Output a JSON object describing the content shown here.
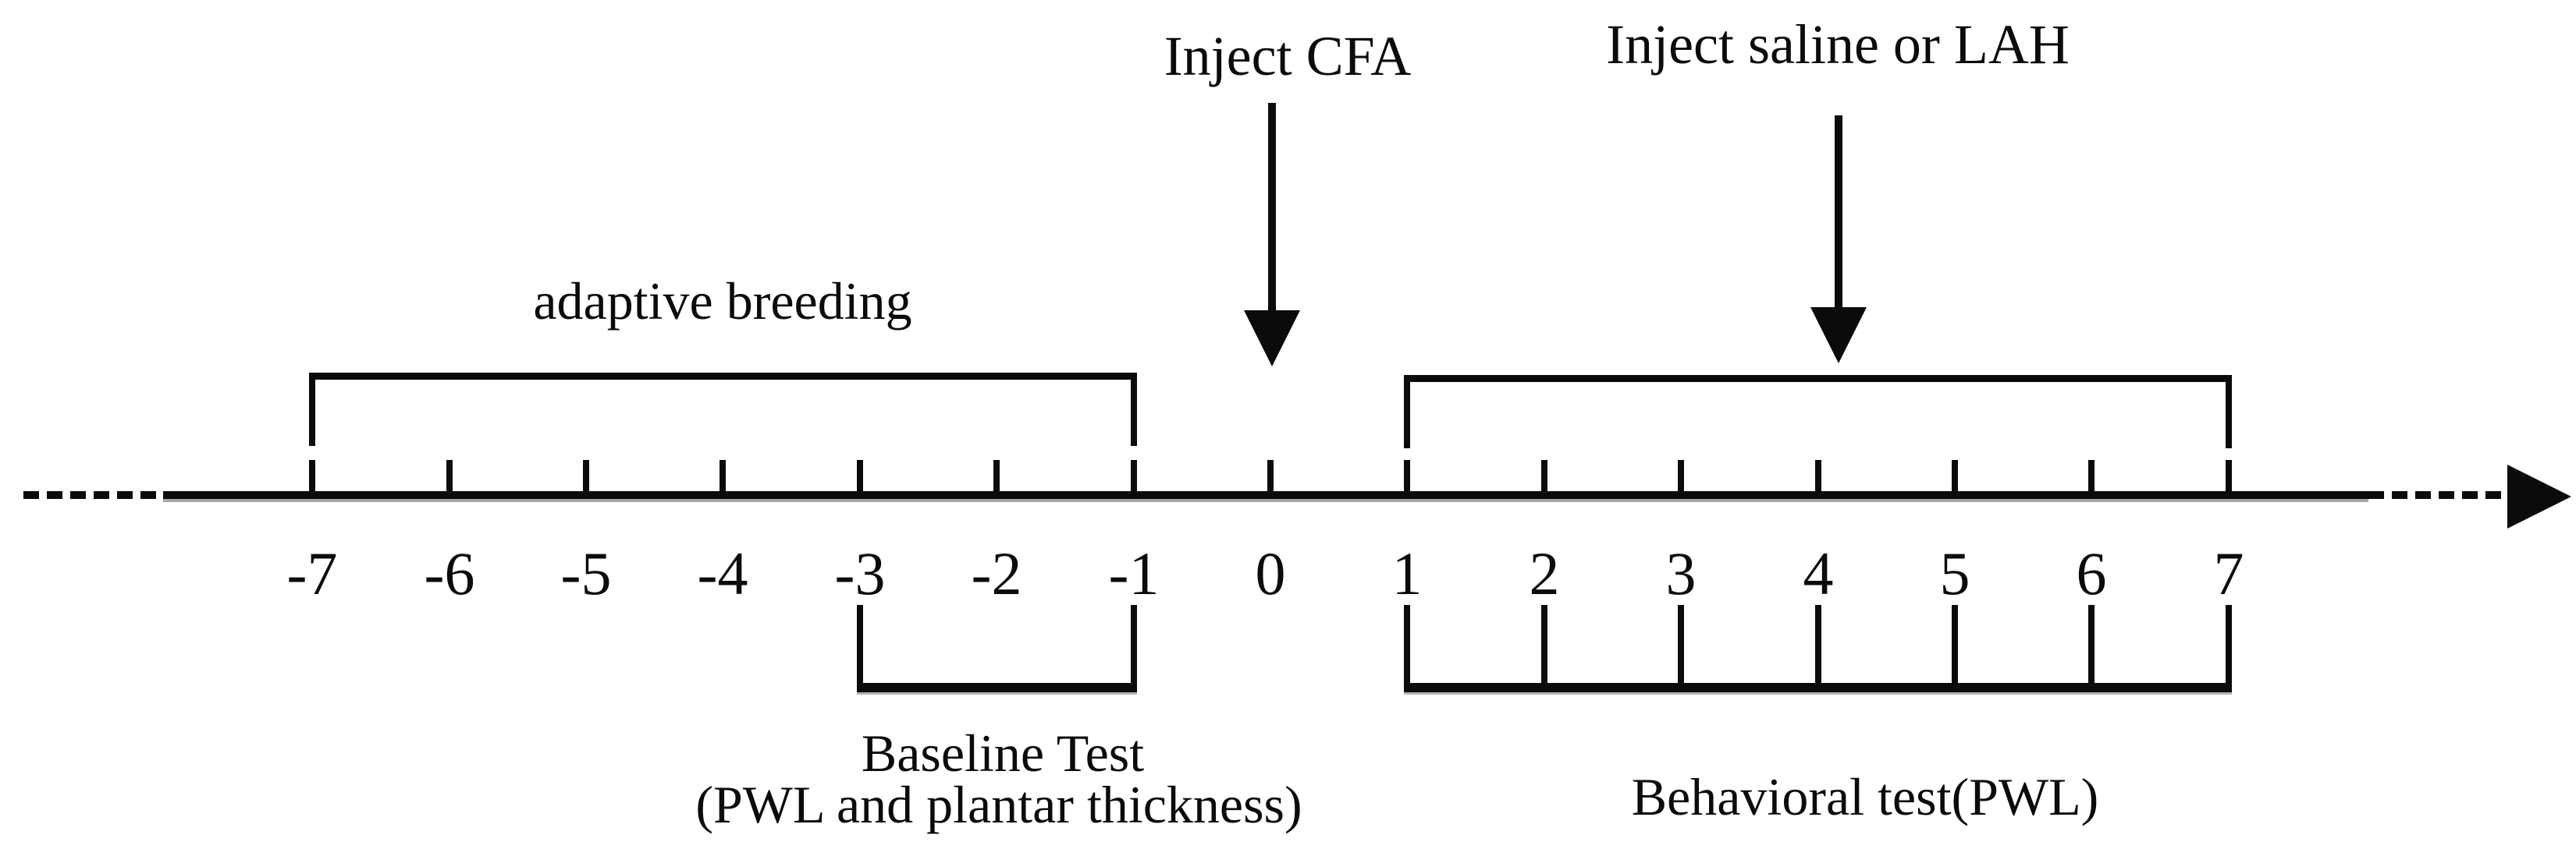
{
  "timeline": {
    "days": [
      -7,
      -6,
      -5,
      -4,
      -3,
      -2,
      -1,
      0,
      1,
      2,
      3,
      4,
      5,
      6,
      7
    ],
    "day_labels": [
      "-7",
      "-6",
      "-5",
      "-4",
      "-3",
      "-2",
      "-1",
      "0",
      "1",
      "2",
      "3",
      "4",
      "5",
      "6",
      "7"
    ]
  },
  "annotations": {
    "inject_cfa": {
      "label": "Inject CFA",
      "day": 0
    },
    "inject_saline": {
      "label": "Inject saline or LAH",
      "day": 4.1
    },
    "adaptive_breeding": {
      "label": "adaptive breeding",
      "from_day": -7,
      "to_day": -1
    },
    "baseline_test": {
      "line1": "Baseline Test",
      "line2": "(PWL and plantar thickness)",
      "from_day": -3,
      "to_day": -1,
      "tick_days": [
        -3,
        -1
      ]
    },
    "behavioral_test": {
      "label": "Behavioral test(PWL)",
      "from_day": 1,
      "to_day": 7,
      "tick_days": [
        1,
        2,
        3,
        4,
        5,
        6,
        7
      ]
    }
  },
  "colors": {
    "ink": "#0b0b0b",
    "shadow_gray": "#a6a6a6",
    "background": "#ffffff"
  }
}
